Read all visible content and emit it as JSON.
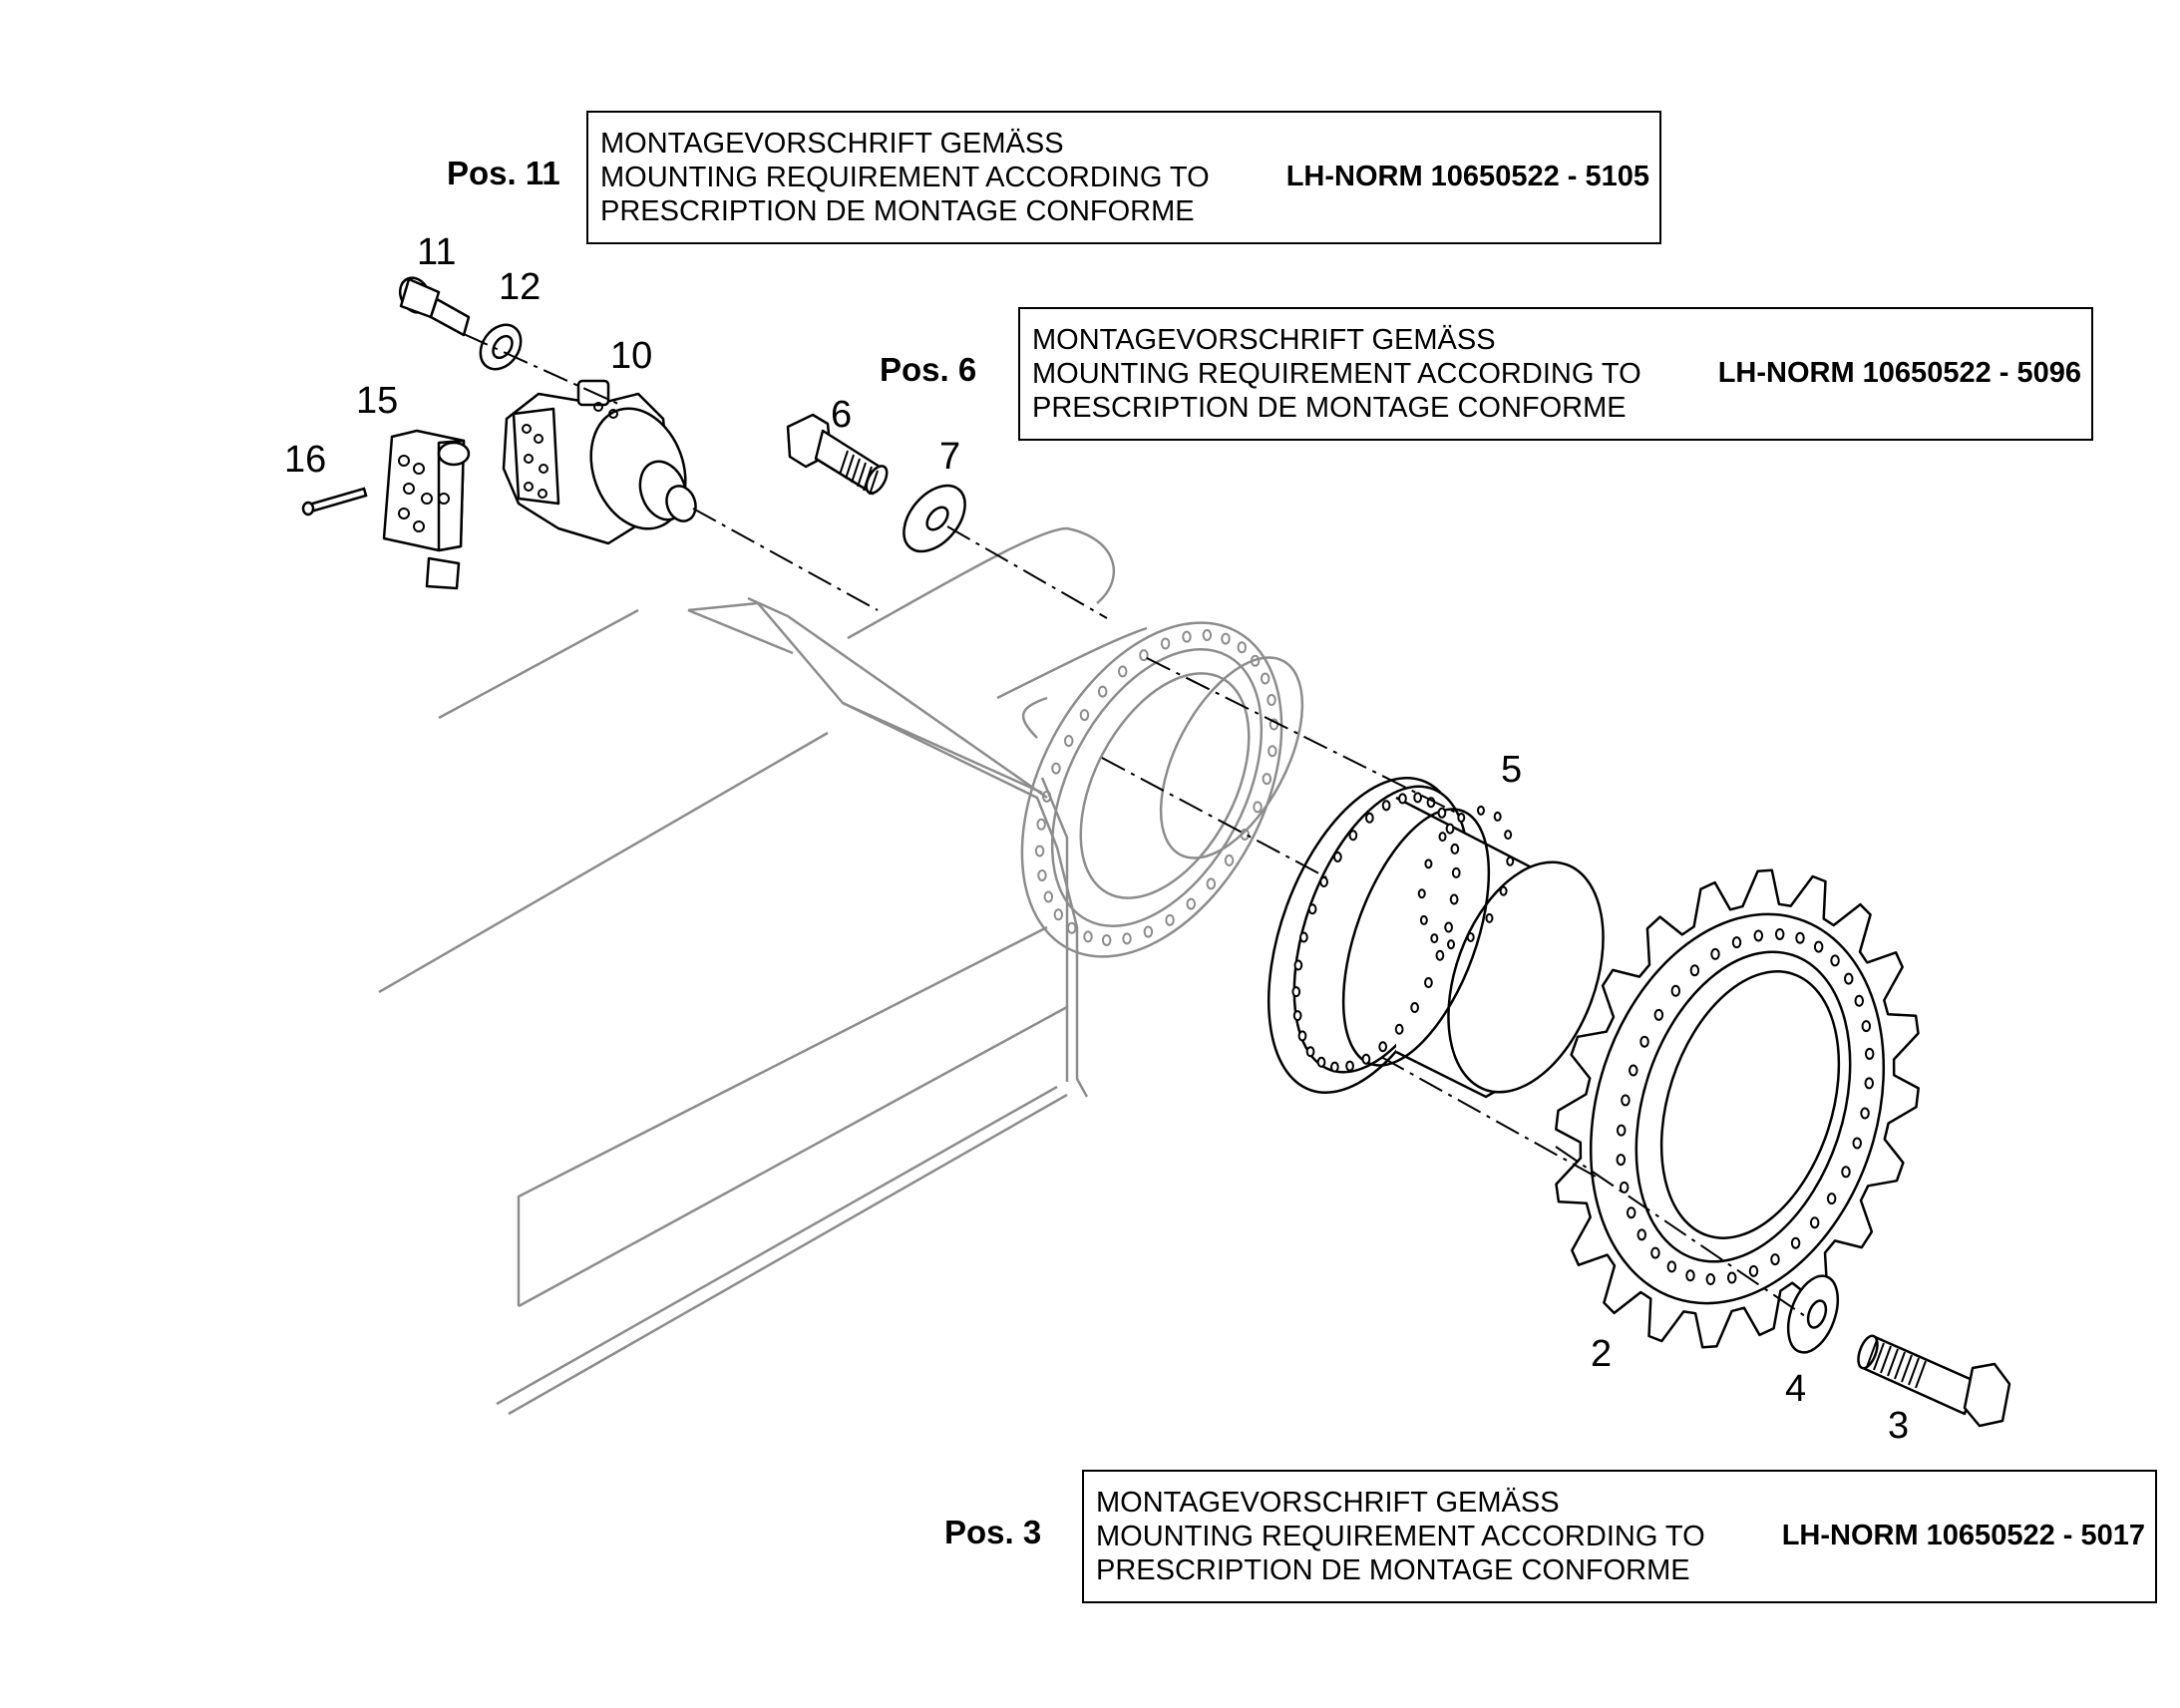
{
  "notes": [
    {
      "pos": "Pos. 11",
      "line1": "MONTAGEVORSCHRIFT GEMÄSS",
      "line2": "MOUNTING REQUIREMENT ACCORDING TO",
      "line3": "PRESCRIPTION DE MONTAGE CONFORME",
      "norm": "LH-NORM 10650522 - 5105"
    },
    {
      "pos": "Pos. 6",
      "line1": "MONTAGEVORSCHRIFT GEMÄSS",
      "line2": "MOUNTING REQUIREMENT ACCORDING TO",
      "line3": "PRESCRIPTION DE MONTAGE CONFORME",
      "norm": "LH-NORM 10650522 - 5096"
    },
    {
      "pos": "Pos. 3",
      "line1": "MONTAGEVORSCHRIFT GEMÄSS",
      "line2": "MOUNTING REQUIREMENT ACCORDING TO",
      "line3": "PRESCRIPTION DE MONTAGE CONFORME",
      "norm": "LH-NORM 10650522 - 5017"
    }
  ],
  "callouts": {
    "p11": "11",
    "p12": "12",
    "p10": "10",
    "p15": "15",
    "p16": "16",
    "p6": "6",
    "p7": "7",
    "p5": "5",
    "p2": "2",
    "p4": "4",
    "p3": "3"
  }
}
